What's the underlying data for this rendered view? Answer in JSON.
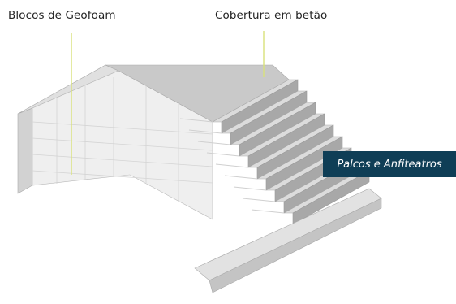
{
  "labels": {
    "geofoam": "Blocos de Geofoam",
    "cobertura": "Cobertura em betão"
  },
  "badge": {
    "text": "Palcos e Anfiteatros",
    "background": "#0f3e56",
    "text_color": "#ffffff"
  },
  "colors": {
    "leader_line": "#d9e27a",
    "geofoam_light": "#ececec",
    "concrete_gray": "#c9c9c9",
    "outline": "#a9a9a9"
  },
  "diagram": {
    "subject": "isometric stepped auditorium section",
    "step_count": 9
  }
}
